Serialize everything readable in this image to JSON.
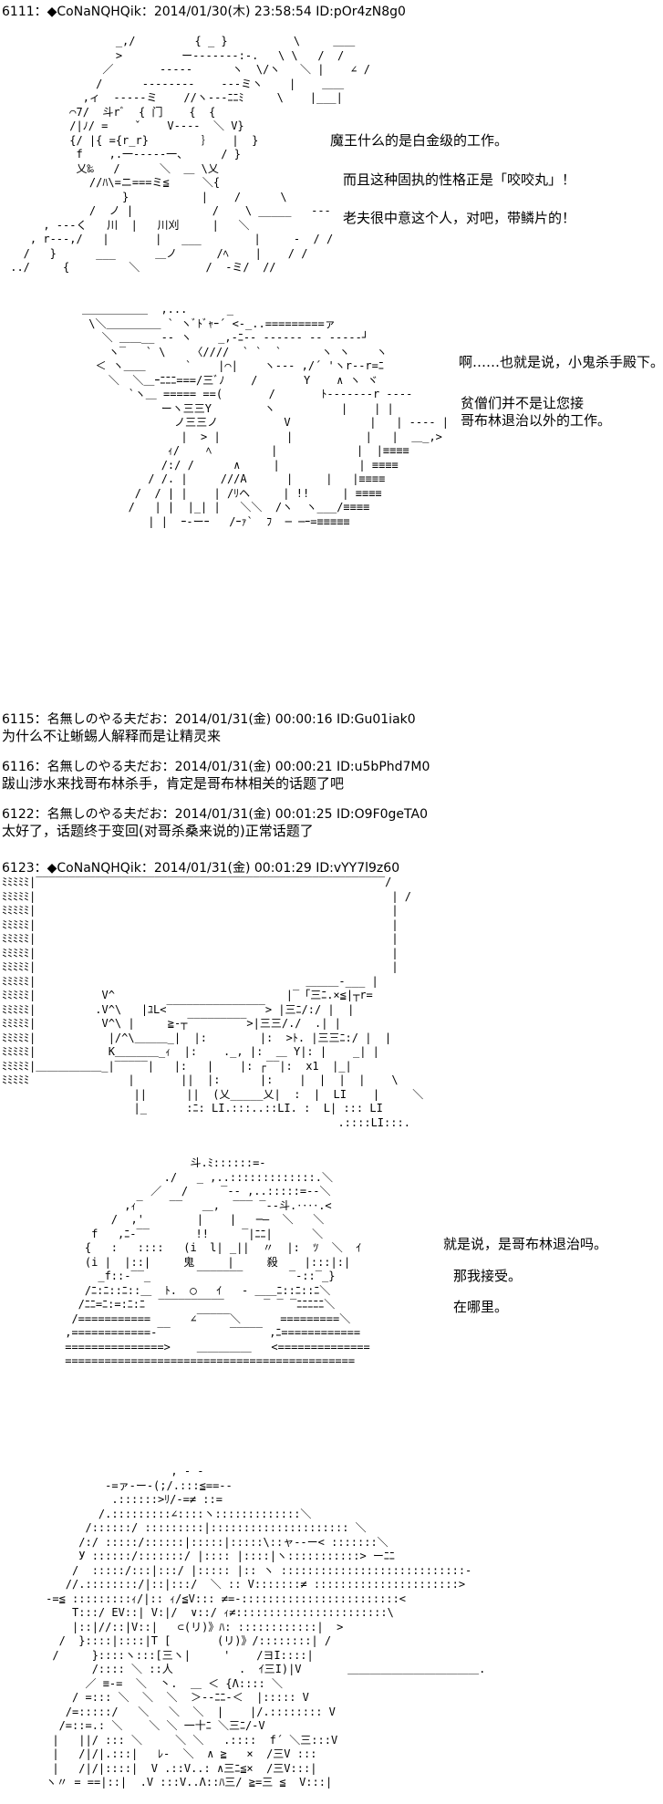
{
  "posts": [
    {
      "header": "6111：◆CoNaNQHQik：2014/01/30(木) 23:58:54 ID:pOr4zN8g0",
      "dialogue": [
        "魔王什么的是白金级的工作。",
        "而且这种固执的性格正是「咬咬丸」！",
        "老夫很中意这个人，对吧，带鳞片的！"
      ],
      "dialogue2": [
        "啊……也就是说，小鬼杀手殿下。",
        "贫僧们并不是让您接",
        "哥布林退治以外的工作。"
      ]
    },
    {
      "header": "6115：名無しのやる夫だお：2014/01/31(金) 00:00:16 ID:Gu01iak0",
      "text": "为什么不让蜥蜴人解释而是让精灵来"
    },
    {
      "header": "6116：名無しのやる夫だお：2014/01/31(金) 00:00:21 ID:u5bPhd7M0",
      "text": "跋山涉水来找哥布林杀手，肯定是哥布林相关的话题了吧"
    },
    {
      "header": "6122：名無しのやる夫だお：2014/01/31(金) 00:01:25 ID:O9F0geTA0",
      "text": "太好了，话题终于变回(对哥杀桑来说的)正常话题了"
    },
    {
      "header": "6123：◆CoNaNQHQik：2014/01/31(金) 00:01:29 ID:vYY7l9z60",
      "dialogue": [
        "就是说，是哥布林退治吗。",
        "那我接受。",
        "在哪里。"
      ]
    }
  ],
  "signs": {
    "oni": "鬼",
    "kill": "殺"
  }
}
